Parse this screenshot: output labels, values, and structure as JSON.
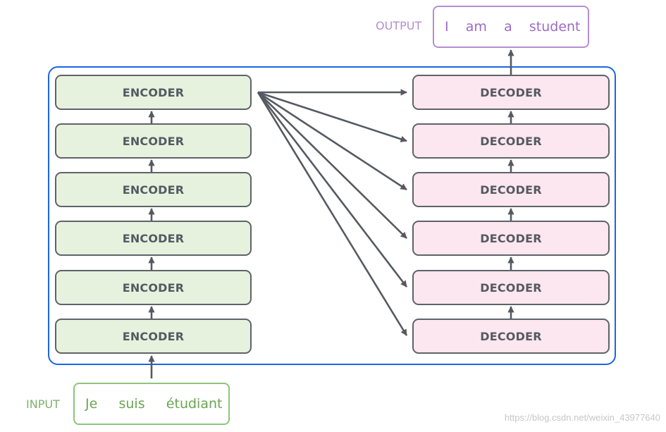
{
  "output": {
    "label": "OUTPUT",
    "text": "I    am    a    student"
  },
  "input": {
    "label": "INPUT",
    "text": "Je     suis     étudiant"
  },
  "encoders": [
    "ENCODER",
    "ENCODER",
    "ENCODER",
    "ENCODER",
    "ENCODER",
    "ENCODER"
  ],
  "decoders": [
    "DECODER",
    "DECODER",
    "DECODER",
    "DECODER",
    "DECODER",
    "DECODER"
  ],
  "watermark": "https://blog.csdn.net/weixin_43977640",
  "colors": {
    "frame": "#1a66e6",
    "encoder_fill": "#e6f2de",
    "decoder_fill": "#fce6ef",
    "arrow": "#555a61",
    "output_accent": "#b48ed2",
    "input_accent": "#8fc47c"
  }
}
